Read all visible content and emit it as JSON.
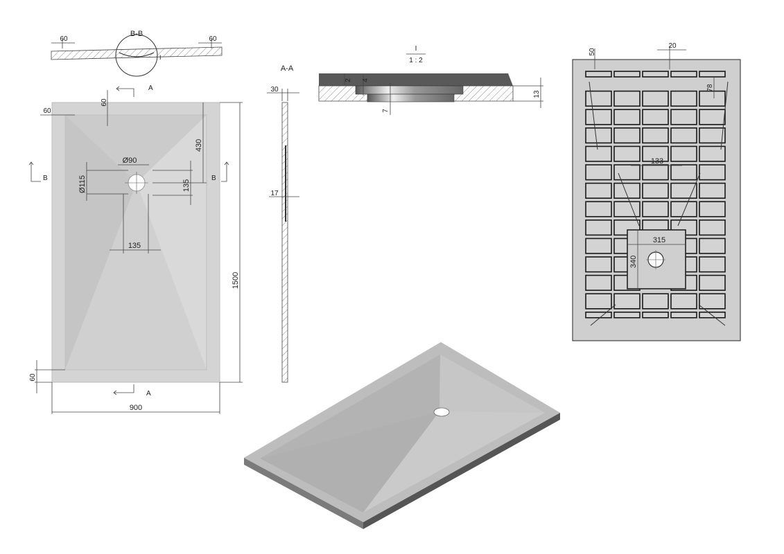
{
  "colors": {
    "tray_light": "#d2d2d2",
    "tray_mid": "#c6c6c6",
    "tray_dark": "#8a8a8a",
    "line": "#333333",
    "background": "#ffffff"
  },
  "section_bb": {
    "title": "B-B",
    "dim_left": "60",
    "dim_right": "60",
    "callout": "I"
  },
  "top_view": {
    "section_a_top": "A",
    "section_a_bottom": "A",
    "section_b_left": "B",
    "section_b_right": "B",
    "dim_top_border": "60",
    "dim_left_border": "60",
    "dim_bottom_border": "60",
    "dim_drain_diameter": "Ø90",
    "dim_drain_outer": "Ø115",
    "dim_drain_offset_y": "430",
    "dim_drain_box": "135",
    "dim_drain_x": "135",
    "dim_length": "1500",
    "dim_width": "900"
  },
  "section_aa": {
    "title": "A-A",
    "dim_thickness": "30",
    "dim_mid": "17"
  },
  "detail_i": {
    "title": "I",
    "scale": "1 : 2",
    "dim_2": "2",
    "dim_4": "4",
    "dim_7": "7",
    "dim_13": "13"
  },
  "bottom_view": {
    "dim_edge": "50",
    "dim_rib": "20",
    "dim_cell_height": "78",
    "dim_cell_width": "133",
    "dim_pocket_w": "315",
    "dim_pocket_h": "340"
  }
}
